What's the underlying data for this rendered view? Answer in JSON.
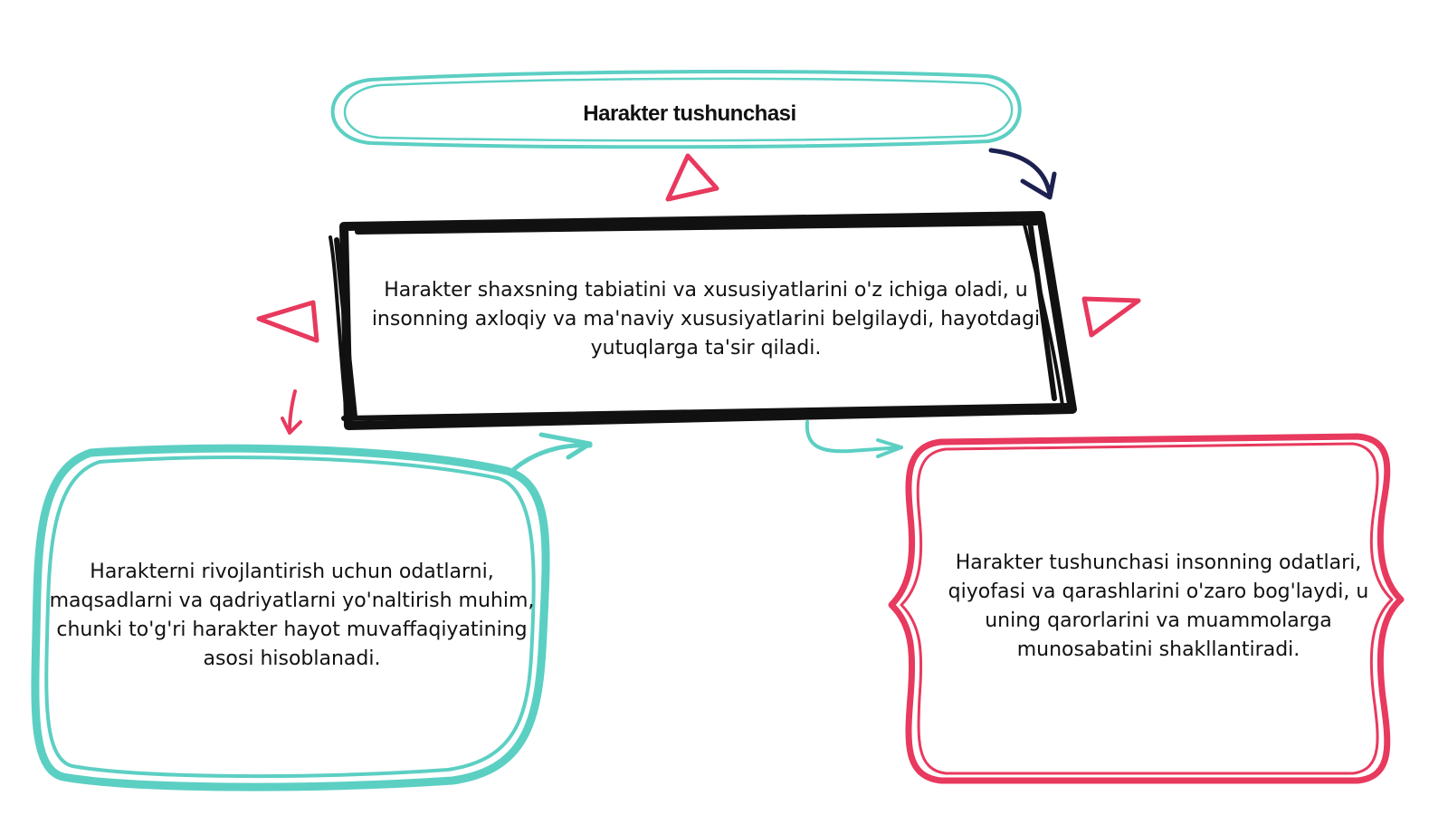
{
  "diagram": {
    "title": "Harakter tushunchasi",
    "center_node": {
      "text": "Harakter shaxsning tabiatini va xususiyatlarini o'z ichiga oladi, u insonning axloqiy va ma'naviy xususiyatlarini belgilaydi, hayotdagi yutuqlarga ta'sir qiladi."
    },
    "left_node": {
      "text": "Harakterni rivojlantirish uchun odatlarni, maqsadlarni va qadriyatlarni yo'naltirish muhim, chunki to'g'ri harakter hayot muvaffaqiyatining asosi hisoblanadi."
    },
    "right_node": {
      "text": "Harakter tushunchasi insonning odatlari, qiyofasi va qarashlarini o'zaro bog'laydi, u uning qarorlarini va muammolarga munosabatini shakllantiradi."
    }
  },
  "colors": {
    "teal": "#5ccfc3",
    "black": "#111111",
    "pink": "#e8395e",
    "navy": "#1c2150"
  }
}
